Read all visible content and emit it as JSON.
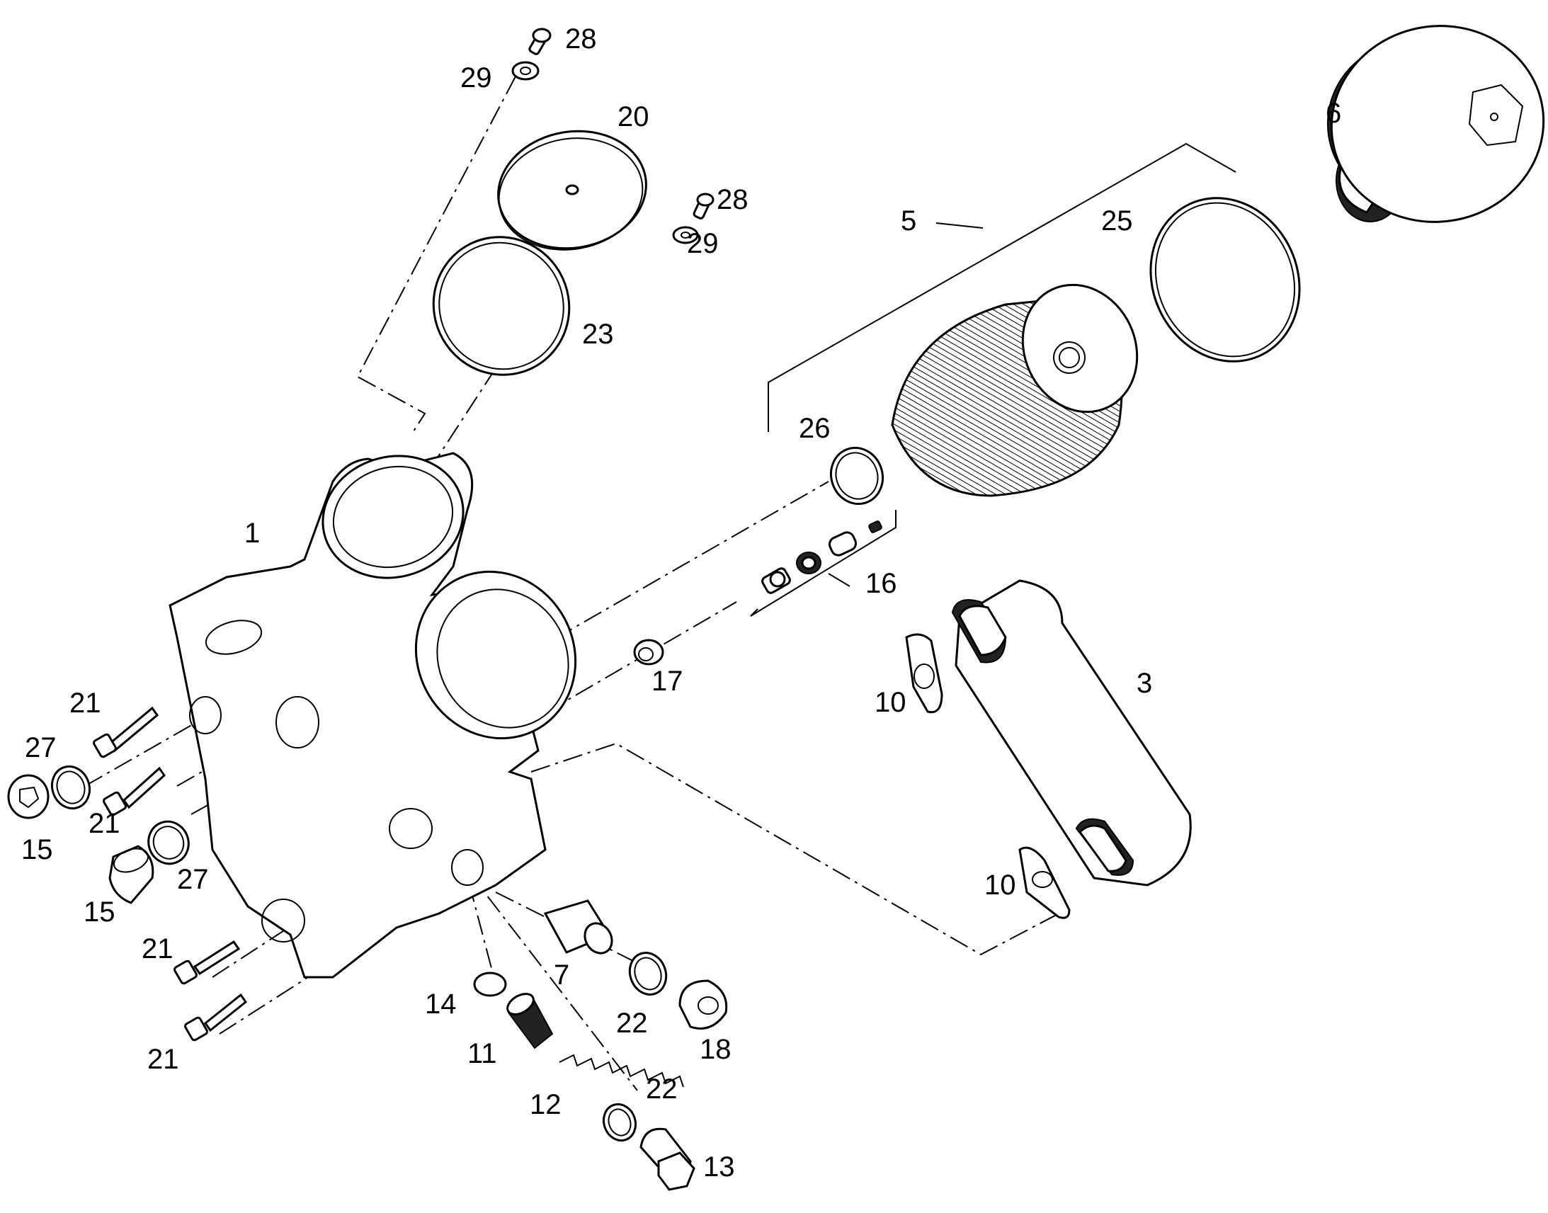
{
  "diagram": {
    "callouts": [
      {
        "id": "c28a",
        "text": "28"
      },
      {
        "id": "c29a",
        "text": "29"
      },
      {
        "id": "c20",
        "text": "20"
      },
      {
        "id": "c28b",
        "text": "28"
      },
      {
        "id": "c29b",
        "text": "29"
      },
      {
        "id": "c23",
        "text": "23"
      },
      {
        "id": "c5",
        "text": "5"
      },
      {
        "id": "c25",
        "text": "25"
      },
      {
        "id": "c6",
        "text": "6"
      },
      {
        "id": "c26",
        "text": "26"
      },
      {
        "id": "c1",
        "text": "1"
      },
      {
        "id": "c16",
        "text": "16"
      },
      {
        "id": "c17",
        "text": "17"
      },
      {
        "id": "c3",
        "text": "3"
      },
      {
        "id": "c10a",
        "text": "10"
      },
      {
        "id": "c21a",
        "text": "21"
      },
      {
        "id": "c27a",
        "text": "27"
      },
      {
        "id": "c21b",
        "text": "21"
      },
      {
        "id": "c15a",
        "text": "15"
      },
      {
        "id": "c27b",
        "text": "27"
      },
      {
        "id": "c15b",
        "text": "15"
      },
      {
        "id": "c10b",
        "text": "10"
      },
      {
        "id": "c21c",
        "text": "21"
      },
      {
        "id": "c7",
        "text": "7"
      },
      {
        "id": "c14",
        "text": "14"
      },
      {
        "id": "c22a",
        "text": "22"
      },
      {
        "id": "c18",
        "text": "18"
      },
      {
        "id": "c11",
        "text": "11"
      },
      {
        "id": "c21d",
        "text": "21"
      },
      {
        "id": "c12",
        "text": "12"
      },
      {
        "id": "c22b",
        "text": "22"
      },
      {
        "id": "c13",
        "text": "13"
      }
    ]
  }
}
